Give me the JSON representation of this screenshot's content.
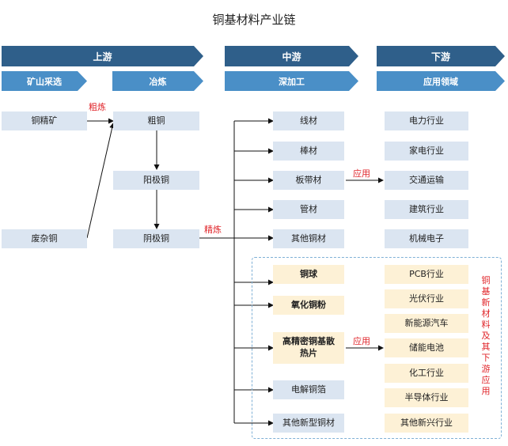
{
  "title": "铜基材料产业链",
  "stages": {
    "upstream": "上游",
    "midstream": "中游",
    "downstream": "下游"
  },
  "substages": {
    "mining": "矿山采选",
    "smelting": "冶炼",
    "deep_processing": "深加工",
    "applications": "应用领域"
  },
  "upstream": {
    "ore": "铜精矿",
    "scrap": "废杂铜",
    "blister": "粗铜",
    "anode": "阳极铜",
    "cathode": "阴极铜",
    "rough_smelting_label": "粗炼",
    "refining_label": "精炼"
  },
  "midstream_traditional": [
    "线材",
    "棒材",
    "板带材",
    "管材",
    "其他铜材"
  ],
  "midstream_new": [
    "铜球",
    "氧化铜粉",
    "高精密铜基散热片",
    "电解铜箔",
    "其他新型铜材"
  ],
  "downstream_traditional": [
    "电力行业",
    "家电行业",
    "交通运输",
    "建筑行业",
    "机械电子"
  ],
  "downstream_new": [
    "PCB行业",
    "光伏行业",
    "新能源汽车",
    "储能电池",
    "化工行业",
    "半导体行业",
    "其他新兴行业"
  ],
  "apply_label": "应用",
  "new_materials_label": "铜基新材料及其下游应用",
  "colors": {
    "header": "#2f5f8a",
    "subheader": "#4a8fc7",
    "box": "#dbe5f1",
    "new_box": "#fdf1d6",
    "accent_red": "#e0262b",
    "dashed": "#7fb0d6"
  }
}
